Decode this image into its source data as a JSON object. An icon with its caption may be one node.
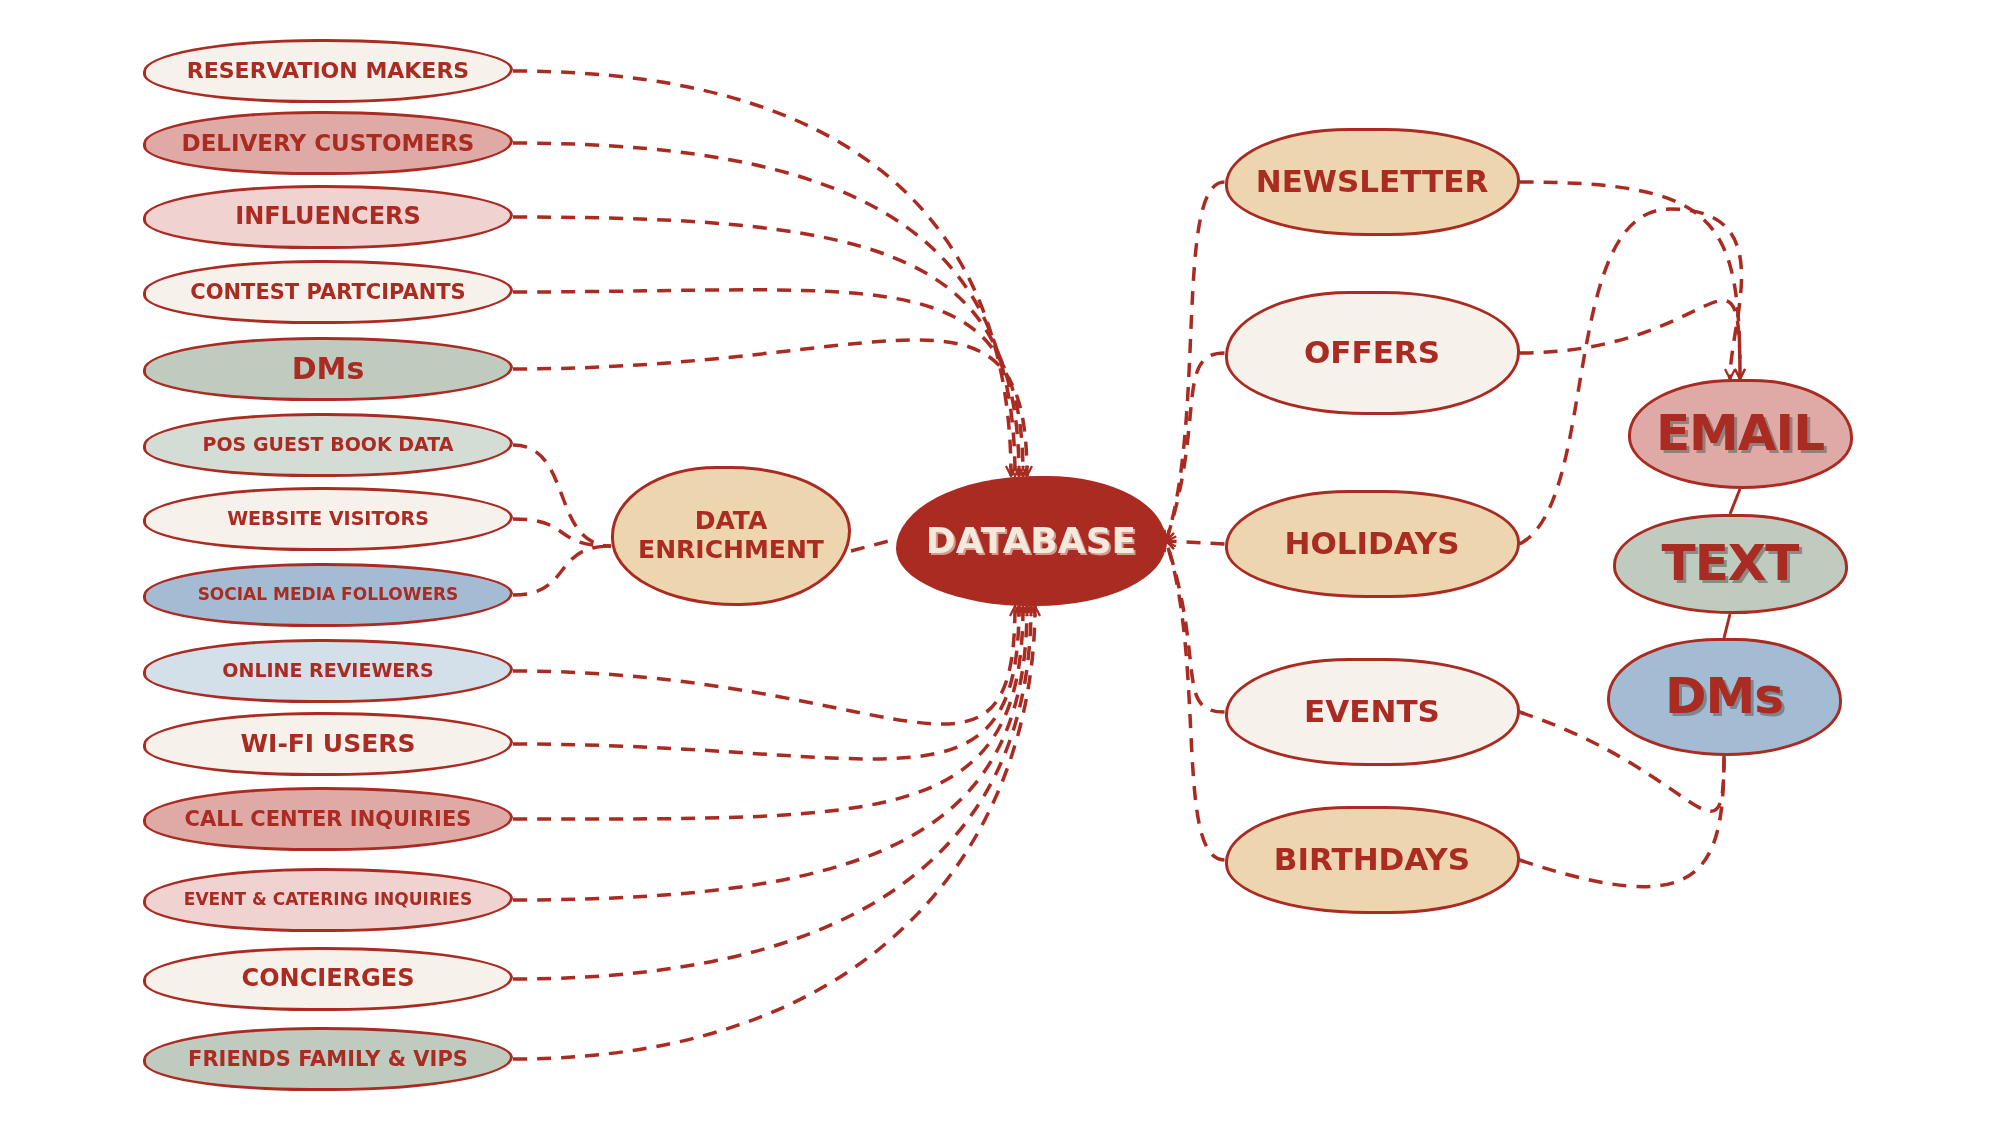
{
  "diagram": {
    "nodes": [
      {
        "text": [
          "RESERVATION MAKERS"
        ]
      },
      {
        "text": [
          "DELIVERY CUSTOMERS"
        ]
      },
      {
        "text": [
          "INFLUENCERS"
        ]
      },
      {
        "text": [
          "CONTEST PARTCIPANTS"
        ]
      },
      {
        "text": [
          "DMs"
        ]
      },
      {
        "text": [
          "POS GUEST BOOK DATA"
        ]
      },
      {
        "text": [
          "WEBSITE VISITORS"
        ]
      },
      {
        "text": [
          "SOCIAL MEDIA FOLLOWERS"
        ]
      },
      {
        "text": [
          "ONLINE REVIEWERS"
        ]
      },
      {
        "text": [
          "WI-FI USERS"
        ]
      },
      {
        "text": [
          "CALL CENTER INQUIRIES"
        ]
      },
      {
        "text": [
          "EVENT & CATERING INQUIRIES"
        ]
      },
      {
        "text": [
          "CONCIERGES"
        ]
      },
      {
        "text": [
          "FRIENDS FAMILY & VIPS"
        ]
      },
      {
        "text": [
          "DATA ENRICHMENT"
        ]
      },
      {
        "text": [
          "DATABASE"
        ]
      },
      {
        "text": [
          "NEWSLETTER"
        ]
      },
      {
        "text": [
          "OFFERS"
        ]
      },
      {
        "text": [
          "HOLIDAYS"
        ]
      },
      {
        "text": [
          "EVENTS"
        ]
      },
      {
        "text": [
          "BIRTHDAYS"
        ]
      },
      {
        "text": [
          "EMAIL"
        ]
      },
      {
        "text": [
          "TEXT"
        ]
      },
      {
        "text": [
          "DMs"
        ]
      }
    ],
    "edges": [
      {
        "from": 0,
        "to": 15,
        "arrow": "to",
        "style": "dashed"
      },
      {
        "from": 1,
        "to": 15,
        "arrow": "to",
        "style": "dashed"
      },
      {
        "from": 2,
        "to": 15,
        "arrow": "to",
        "style": "dashed"
      },
      {
        "from": 3,
        "to": 15,
        "arrow": "to",
        "style": "dashed"
      },
      {
        "from": 4,
        "to": 15,
        "arrow": "to",
        "style": "dashed"
      },
      {
        "from": 5,
        "to": 14,
        "arrow": "none",
        "style": "dashed"
      },
      {
        "from": 6,
        "to": 14,
        "arrow": "none",
        "style": "dashed"
      },
      {
        "from": 7,
        "to": 14,
        "arrow": "none",
        "style": "dashed"
      },
      {
        "from": 14,
        "to": 15,
        "arrow": "none",
        "style": "dashed"
      },
      {
        "from": 8,
        "to": 15,
        "arrow": "to",
        "style": "dashed"
      },
      {
        "from": 9,
        "to": 15,
        "arrow": "to",
        "style": "dashed"
      },
      {
        "from": 10,
        "to": 15,
        "arrow": "to",
        "style": "dashed"
      },
      {
        "from": 11,
        "to": 15,
        "arrow": "to",
        "style": "dashed"
      },
      {
        "from": 12,
        "to": 15,
        "arrow": "to",
        "style": "dashed"
      },
      {
        "from": 13,
        "to": 15,
        "arrow": "to",
        "style": "dashed"
      },
      {
        "from": 16,
        "to": 15,
        "arrow": "to",
        "style": "dashed"
      },
      {
        "from": 17,
        "to": 15,
        "arrow": "to",
        "style": "dashed"
      },
      {
        "from": 18,
        "to": 15,
        "arrow": "to",
        "style": "dashed"
      },
      {
        "from": 19,
        "to": 15,
        "arrow": "to",
        "style": "dashed"
      },
      {
        "from": 20,
        "to": 15,
        "arrow": "to",
        "style": "dashed"
      },
      {
        "from": 16,
        "to": 21,
        "arrow": "to",
        "style": "dashed"
      },
      {
        "from": 17,
        "to": 21,
        "arrow": "to",
        "style": "dashed"
      },
      {
        "from": 18,
        "to": 21,
        "arrow": "to",
        "style": "dashed"
      },
      {
        "from": 19,
        "to": 23,
        "arrow": "none",
        "style": "dashed"
      },
      {
        "from": 20,
        "to": 23,
        "arrow": "none",
        "style": "dashed"
      },
      {
        "from": 21,
        "to": 22,
        "arrow": "none"
      },
      {
        "from": 22,
        "to": 23,
        "arrow": "none"
      }
    ]
  }
}
